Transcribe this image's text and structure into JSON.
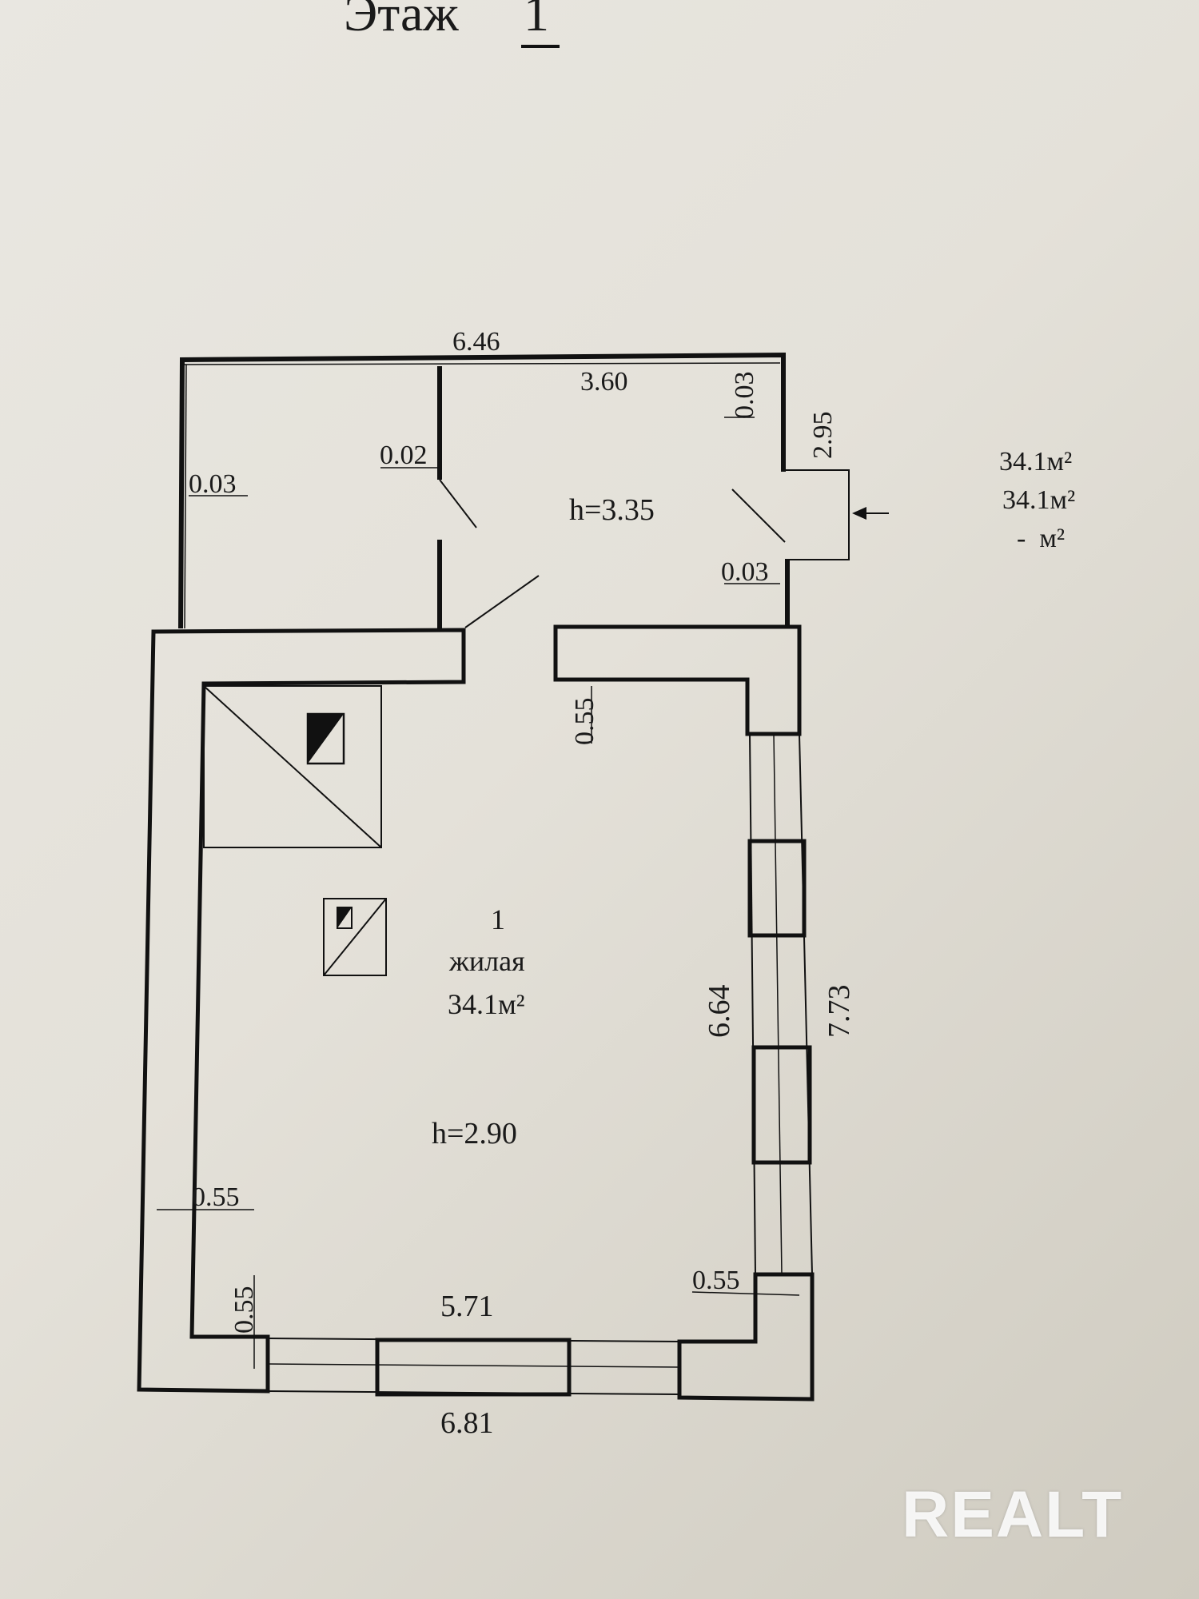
{
  "floor": {
    "title": "Этаж",
    "number": "1"
  },
  "areas_summary": {
    "total": "34.1м²",
    "living": "34.1м²",
    "other": "-  м²"
  },
  "room": {
    "number": "1",
    "type": "жилая",
    "area": "34.1м²"
  },
  "heights": {
    "vestibule": "h=3.35",
    "room": "h=2.90"
  },
  "dimensions": {
    "top_total": "6.46",
    "vestibule_width": "3.60",
    "wall_left_vestibule": "0.03",
    "partition": "0.02",
    "wall_right_top": "0.03",
    "wall_right_bottom": "0.03",
    "vestibule_depth": "2.95",
    "wall_inner_right": "0.55",
    "room_depth_inner": "6.64",
    "room_depth_outer": "7.73",
    "wall_left": "0.55",
    "wall_bottom_left": "0.55",
    "wall_bottom_right": "0.55",
    "room_width_inner": "5.71",
    "room_width_outer": "6.81"
  },
  "watermark": "REALT"
}
